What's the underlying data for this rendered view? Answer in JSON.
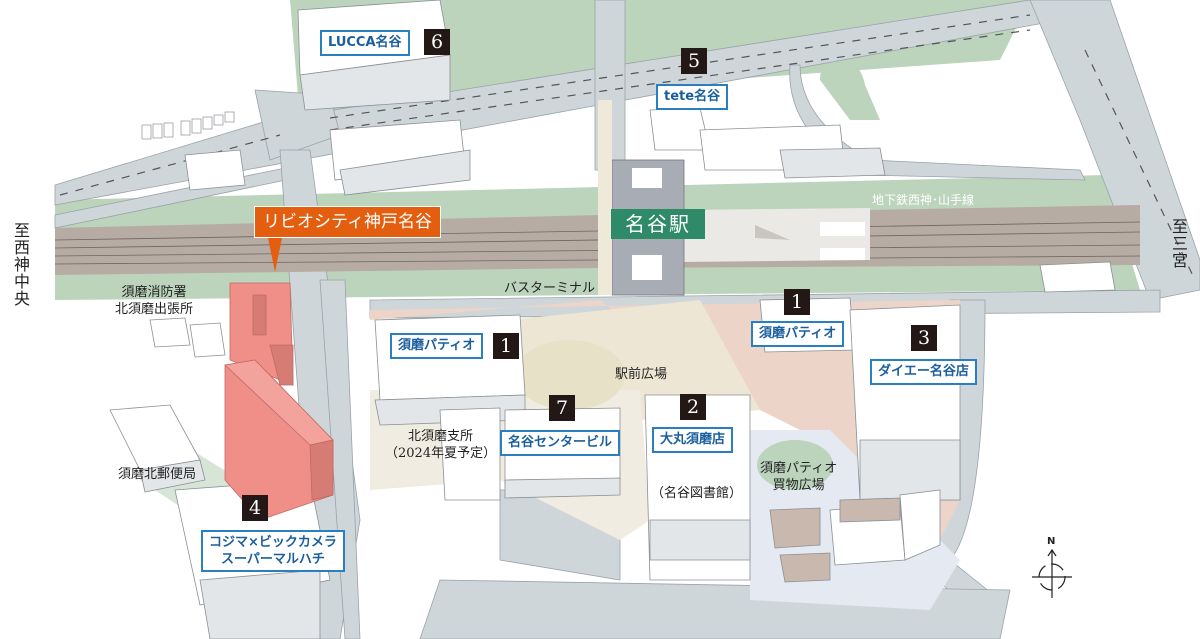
{
  "map": {
    "directions": {
      "west": "至西神中央",
      "east": "至三宮"
    },
    "station": {
      "name": "名谷駅",
      "color": "#2e8a68"
    },
    "rail_line": "地下鉄西神･山手線",
    "property": {
      "name": "リビオシティ神戸名谷",
      "callout_color": "#e35f0f",
      "building_color": "#f08f88"
    },
    "facilities": [
      {
        "number": "1",
        "name": "須磨パティオ",
        "position": "west"
      },
      {
        "number": "1",
        "name": "須磨パティオ",
        "position": "east"
      },
      {
        "number": "2",
        "name": "大丸須磨店"
      },
      {
        "number": "3",
        "name": "ダイエー名谷店"
      },
      {
        "number": "4",
        "name": "コジマ×ビックカメラ\nスーパーマルハチ",
        "line1": "コジマ×ビックカメラ",
        "line2": "スーパーマルハチ"
      },
      {
        "number": "5",
        "name": "tete名谷"
      },
      {
        "number": "6",
        "name": "LUCCA名谷"
      },
      {
        "number": "7",
        "name": "名谷センタービル"
      }
    ],
    "places": {
      "fire_station_line1": "須磨消防署",
      "fire_station_line2": "北須磨出張所",
      "bus_terminal": "バスターミナル",
      "station_plaza": "駅前広場",
      "branch_office_line1": "北須磨支所",
      "branch_office_line2": "（2024年夏予定）",
      "library": "（名谷図書館）",
      "patio_plaza_line1": "須磨パティオ",
      "patio_plaza_line2": "買物広場",
      "post_office": "須磨北郵便局"
    },
    "compass": {
      "label": "N"
    },
    "colors": {
      "label_border": "#2a7fc0",
      "label_text": "#1a5e9e",
      "badge": "#231815",
      "road": "#cfd6da",
      "green": "#bcd3bc",
      "rail": "#b6aca4",
      "plaza": "#ede6d4",
      "pink_area": "#ecd4c8",
      "patio_bg": "#e4e9f2"
    }
  }
}
